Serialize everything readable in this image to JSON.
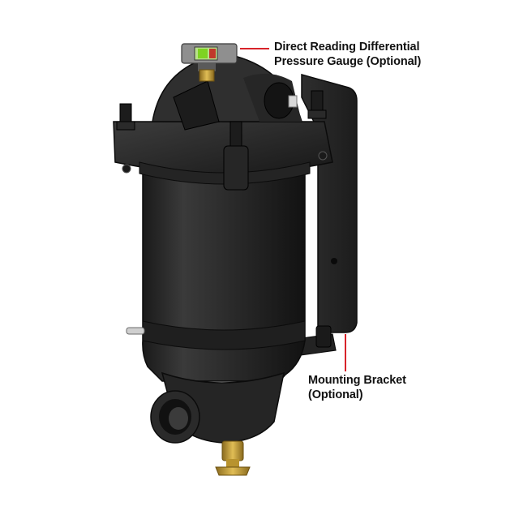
{
  "labels": {
    "gauge": {
      "line1": "Direct Reading Differential",
      "line2": "Pressure Gauge (Optional)"
    },
    "bracket": {
      "line1": "Mounting Bracket",
      "line2": "(Optional)"
    }
  },
  "colors": {
    "background": "#ffffff",
    "leader_line": "#d8232a",
    "body": "#2b2b2b",
    "body_dark": "#151515",
    "body_light": "#4a4a4a",
    "brass": "#c9a23a",
    "gauge_green": "#7ed321"
  }
}
